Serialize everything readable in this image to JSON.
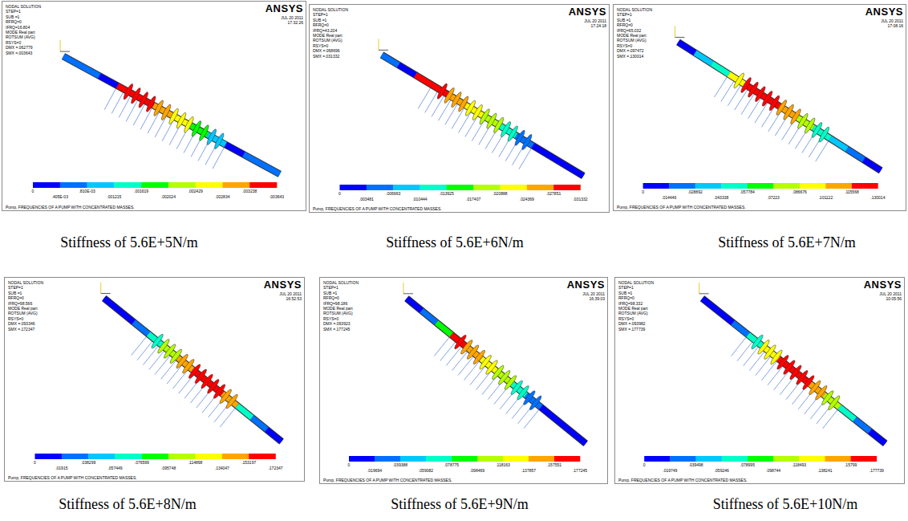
{
  "diagram": {
    "nodes": [
      {
        "text": [
          "NODAL SOLUTION",
          "STEP=1",
          "SUB =1",
          "RFRQ=0",
          "IFRQ=16.804",
          "MODE Real part",
          "ROTSUM (AVG)",
          "RSYS=0",
          "DMX =.062779",
          "SMX =.003643",
          "ANSYS",
          "JUL 20 2011",
          "17:32:26",
          "0",
          ".405E-03",
          ".810E-03",
          ".001215",
          ".001619",
          ".002024",
          ".002429",
          ".002834",
          ".003238",
          ".003643",
          "Pump, FREQUENCIES OF A PUMP WITH CONCENTRATED MASSES.",
          "Stiffness of 5.6E+5N/m"
        ]
      },
      {
        "text": [
          "NODAL SOLUTION",
          "STEP=1",
          "SUB =1",
          "RFRQ=0",
          "IFRQ=43.204",
          "MODE Real part",
          "ROTSUM (AVG)",
          "RSYS=0",
          "DMX =.068696",
          "SMX =.031332",
          "ANSYS",
          "JUL 20 2011",
          "17:24:18",
          "0",
          ".003481",
          ".006963",
          ".010444",
          ".013925",
          ".017407",
          ".020888",
          ".024369",
          ".027851",
          ".031332",
          "Pump, FREQUENCIES OF A PUMP WITH CONCENTRATED MASSES.",
          "Stiffness of 5.6E+6N/m"
        ]
      },
      {
        "text": [
          "NODAL SOLUTION",
          "STEP=1",
          "SUB =1",
          "RFRQ=0",
          "IFRQ=65.032",
          "MODE Real part",
          "ROTSUM (AVG)",
          "RSYS=0",
          "DMX =.097472",
          "SMX =.130014",
          "ANSYS",
          "JUL 20 2011",
          "17:08:16",
          "0",
          ".014446",
          ".028892",
          ".043338",
          ".057784",
          ".07223",
          ".086676",
          ".101122",
          ".115568",
          ".130014",
          "Pump, FREQUENCIES OF A PUMP WITH CONCENTRATED MASSES.",
          "Stiffness of 5.6E+7N/m"
        ]
      },
      {
        "text": [
          "NODAL SOLUTION",
          "STEP=1",
          "SUB =1",
          "RFRQ=0",
          "IFRQ=98.566",
          "MODE Real part",
          "ROTSUM (AVG)",
          "RSYS=0",
          "DMX =.093346",
          "SMX =.172347",
          "ANSYS",
          "JUL 20 2011",
          "16:52:53",
          "0",
          ".01915",
          ".038299",
          ".057449",
          ".076599",
          ".095748",
          ".114898",
          ".134047",
          ".153197",
          ".172347",
          "Pump, FREQUENCIES OF A PUMP WITH CONCENTRATED MASSES.",
          "Stiffness of 5.6E+8N/m"
        ]
      },
      {
        "text": [
          "NODAL SOLUTION",
          "STEP=1",
          "SUB =1",
          "RFRQ=0",
          "IFRQ=98.186",
          "MODE Real part",
          "ROTSUM (AVG)",
          "RSYS=0",
          "DMX =.093923",
          "SMX =.177245",
          "ANSYS",
          "JUL 20 2011",
          "16:39:03",
          "0",
          ".019694",
          ".039388",
          ".059082",
          ".078775",
          ".098469",
          ".118163",
          ".137857",
          ".157551",
          ".177245",
          "Pump, FREQUENCIES OF A PUMP WITH CONCENTRATED MASSES.",
          "Stiffness of 5.6E+9N/m"
        ]
      },
      {
        "text": [
          "NODAL SOLUTION",
          "STEP=1",
          "SUB =1",
          "RFRQ=0",
          "IFRQ=98.332",
          "MODE Real part",
          "ROTSUM (AVG)",
          "RSYS=0",
          "DMX =.093982",
          "SMX =.177739",
          "ANSYS",
          "JUL 20 2011",
          "10:05:56",
          "0",
          ".019749",
          ".039498",
          ".059246",
          ".078995",
          ".098744",
          ".118493",
          ".138241",
          ".15799",
          ".177739",
          "Pump, FREQUENCIES OF A PUMP WITH CONCENTRATED MASSES.",
          "Stiffness of 5.6E+10N/m"
        ]
      }
    ]
  }
}
